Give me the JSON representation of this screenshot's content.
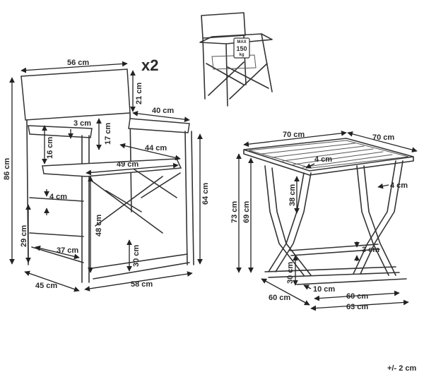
{
  "quantity_label": "x2",
  "badge": {
    "line1": "MAX",
    "line2": "150",
    "line3": "kg"
  },
  "tolerance_label": "+/- 2 cm",
  "chair": {
    "backrest_width": "56 cm",
    "backrest_height": "21 cm",
    "seat_depth_top": "40 cm",
    "armrest_length": "44 cm",
    "seat_width": "49 cm",
    "armrest_offset": "3 cm",
    "backrest_fabric_height": "17 cm",
    "armrest_height_above_seat": "16 cm",
    "total_height": "86 cm",
    "armrest_height": "64 cm",
    "leg_diameter": "4 cm",
    "seat_height": "48 cm",
    "stretcher_height": "29 cm",
    "lower_rail_length": "37 cm",
    "cross_bar_height": "30 cm",
    "side_depth": "45 cm",
    "base_width": "58 cm"
  },
  "table": {
    "top_width": "70 cm",
    "top_depth": "70 cm",
    "frame_diameter": "4 cm",
    "leg_diameter": "4 cm",
    "upper_leg_length": "38 cm",
    "total_height": "73 cm",
    "under_top_height": "69 cm",
    "bar_diameter": "3 cm",
    "lower_bar_height": "30 cm",
    "foot_diameter": "10 cm",
    "base_width": "60 cm",
    "base_outer_width": "63 cm",
    "base_depth": "60 cm"
  }
}
